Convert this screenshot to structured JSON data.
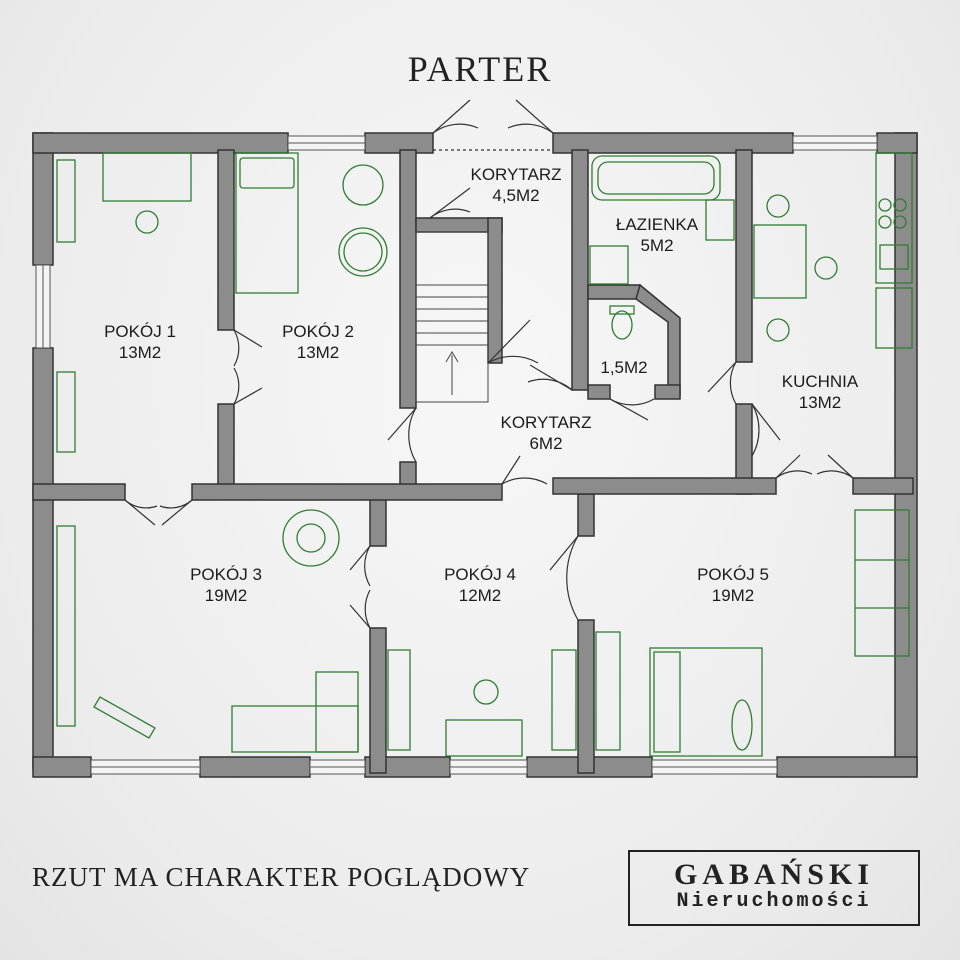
{
  "plan": {
    "title": "PARTER",
    "disclaimer": "RZUT MA CHARAKTER POGLĄDOWY"
  },
  "logo": {
    "name": "GABAŃSKI",
    "subtitle": "Nieruchomości"
  },
  "rooms": {
    "pokoj1": {
      "name": "POKÓJ 1",
      "area": "13M2"
    },
    "pokoj2": {
      "name": "POKÓJ 2",
      "area": "13M2"
    },
    "pokoj3": {
      "name": "POKÓJ 3",
      "area": "19M2"
    },
    "pokoj4": {
      "name": "POKÓJ 4",
      "area": "12M2"
    },
    "pokoj5": {
      "name": "POKÓJ 5",
      "area": "19M2"
    },
    "korytarz_top": {
      "name": "KORYTARZ",
      "area": "4,5M2"
    },
    "korytarz_mid": {
      "name": "KORYTARZ",
      "area": "6M2"
    },
    "lazienka": {
      "name": "ŁAZIENKA",
      "area": "5M2"
    },
    "wc": {
      "name": "",
      "area": "1,5M2"
    },
    "kuchnia": {
      "name": "KUCHNIA",
      "area": "13M2"
    }
  },
  "colors": {
    "wall": "#8a8a8a",
    "wall_edge": "#3a3a3a",
    "furniture": "#2f7d32",
    "line": "#444444",
    "background": "#efefef"
  }
}
